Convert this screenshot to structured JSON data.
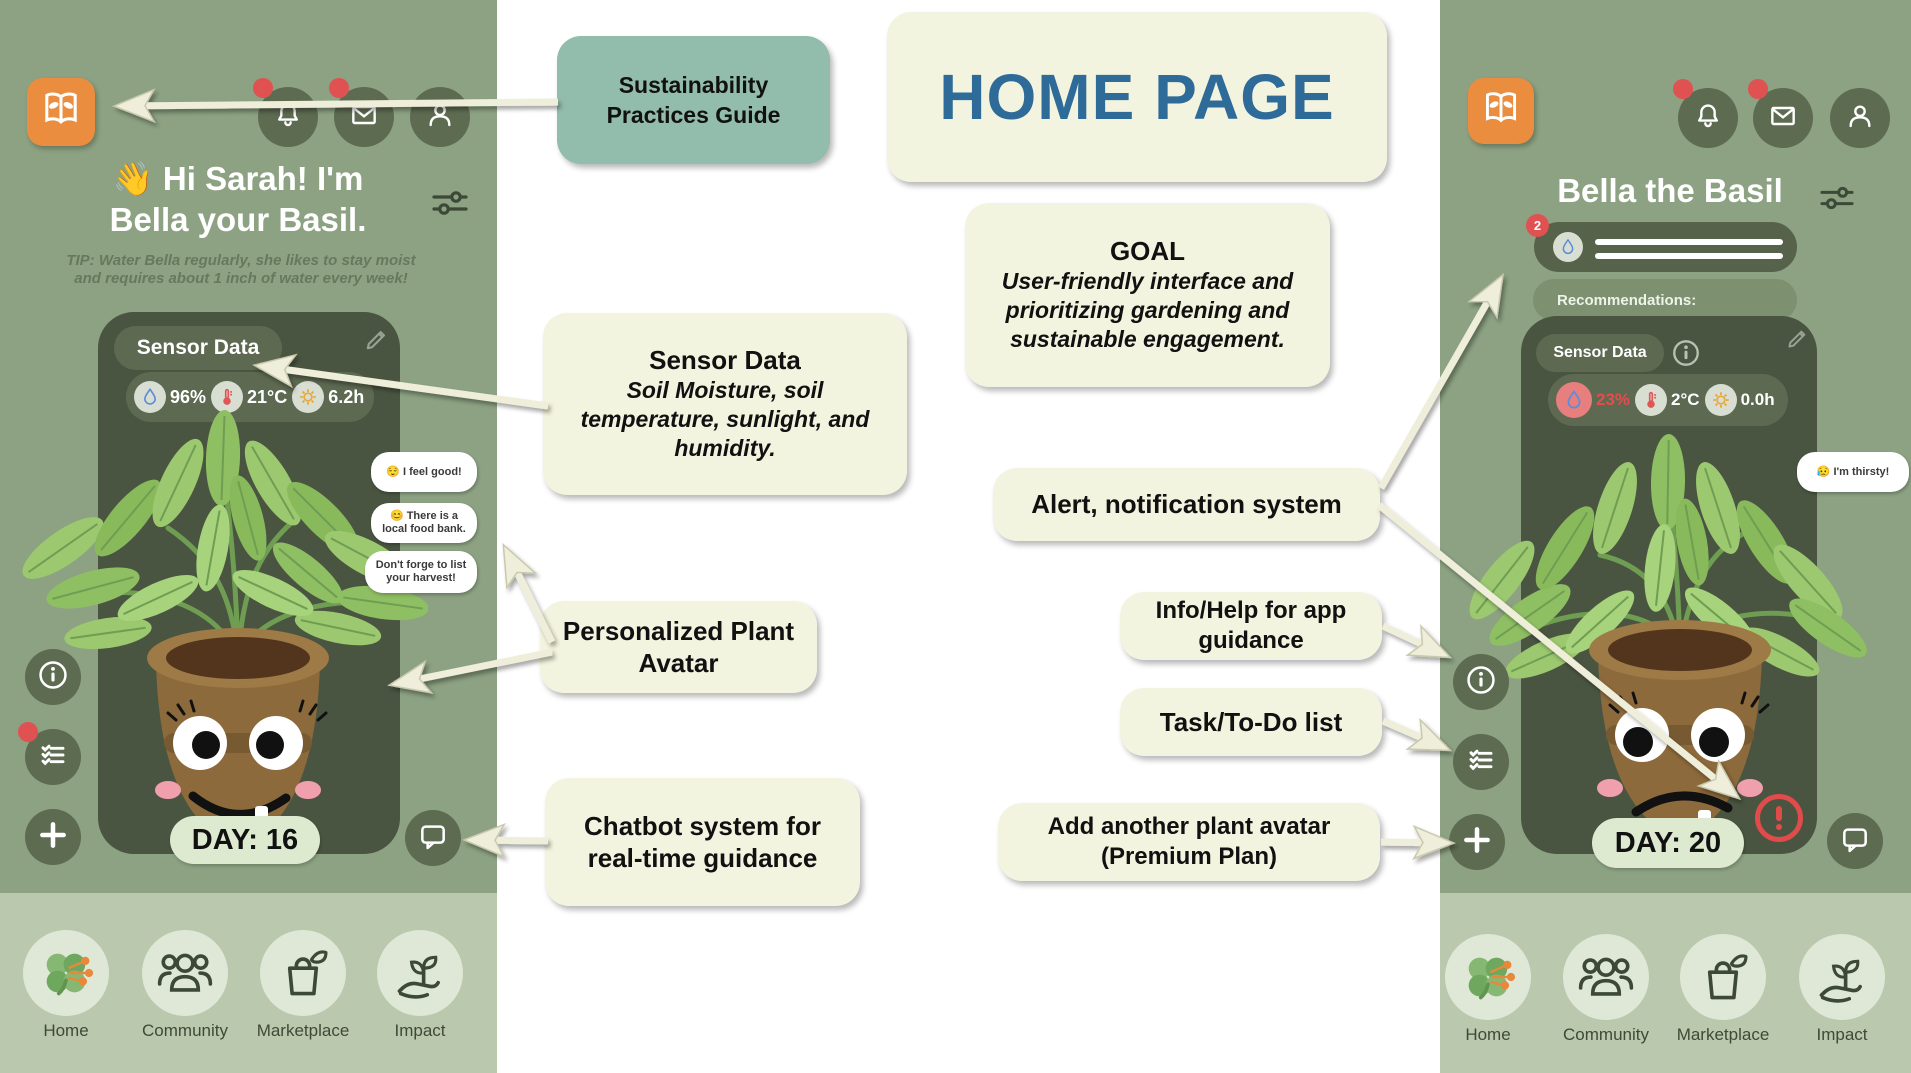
{
  "board": {
    "title": "HOME PAGE"
  },
  "annotations": {
    "sustainability_guide": "Sustainability Practices Guide",
    "goal_title": "GOAL",
    "goal_body": "User-friendly interface and prioritizing gardening and sustainable engagement.",
    "sensor_title": "Sensor Data",
    "sensor_body": "Soil Moisture, soil temperature, sunlight, and  humidity.",
    "plant_avatar": "Personalized Plant Avatar",
    "chatbot": "Chatbot system for real-time guidance",
    "alert": "Alert, notification system",
    "info_help": "Info/Help for app guidance",
    "task_list": "Task/To-Do list",
    "add_plant": "Add another plant avatar (Premium Plan)"
  },
  "left_phone": {
    "greeting_line1": "👋 Hi Sarah! I'm",
    "greeting_line2": "Bella your Basil.",
    "tip": "TIP: Water Bella regularly, she likes to stay moist and requires about 1 inch of water every week!",
    "sensor_card_title": "Sensor Data",
    "sensors": {
      "moisture": "96%",
      "temperature": "21°C",
      "sunlight": "6.2h"
    },
    "chat_bubbles": [
      "😌 I feel good!",
      "😊 There is a local food bank.",
      "Don't forge to list your harvest!"
    ],
    "day_label": "DAY: 16"
  },
  "right_phone": {
    "title": "Bella the Basil",
    "notification_count": "2",
    "recommendations_label": "Recommendations:",
    "sensor_card_title": "Sensor Data",
    "sensors": {
      "moisture": "23%",
      "temperature": "2°C",
      "sunlight": "0.0h"
    },
    "chat_bubbles": [
      "😥 I'm thirsty!"
    ],
    "day_label": "DAY: 20"
  },
  "nav": {
    "items": [
      {
        "label": "Home"
      },
      {
        "label": "Community"
      },
      {
        "label": "Marketplace"
      },
      {
        "label": "Impact"
      }
    ]
  },
  "colors": {
    "accent_orange": "#eb8d3e",
    "alert_red": "#e05151",
    "phone_green": "#8ca282",
    "card_green": "#4a5541",
    "annotation_cream": "#f3f4df",
    "teal": "#92bcab",
    "title_blue": "#2e6b99"
  }
}
